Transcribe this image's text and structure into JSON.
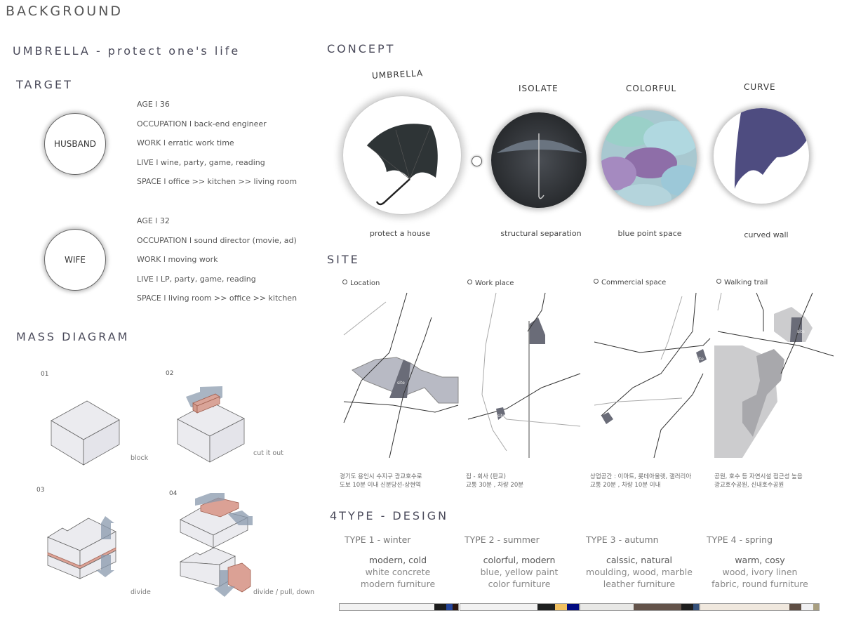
{
  "title": "BACKGROUND",
  "subtitle": "UMBRELLA - protect one's life",
  "target": {
    "heading": "TARGET",
    "people": [
      {
        "name": "HUSBAND",
        "lines": [
          "AGE  l  36",
          "OCCUPATION  l  back-end engineer",
          "WORK  l  erratic work time",
          "LIVE  l  wine, party, game, reading",
          "SPACE  l  office >> kitchen >> living room"
        ]
      },
      {
        "name": "WIFE",
        "lines": [
          "AGE  l  32",
          "OCCUPATION  l  sound director (movie, ad)",
          "WORK  l  moving work",
          "LIVE  l  LP, party, game, reading",
          "SPACE  l  living room >> office >> kitchen"
        ]
      }
    ]
  },
  "mass": {
    "heading": "MASS DIAGRAM",
    "steps": [
      {
        "num": "01",
        "label": "block"
      },
      {
        "num": "02",
        "label": "cut it out"
      },
      {
        "num": "03",
        "label": "divide"
      },
      {
        "num": "04",
        "label": "divide / pull, down"
      }
    ]
  },
  "concept": {
    "heading": "CONCEPT",
    "items": [
      {
        "title": "UMBRELLA",
        "caption": "protect a house"
      },
      {
        "title": "ISOLATE",
        "caption": "structural separation"
      },
      {
        "title": "COLORFUL",
        "caption": "blue point space"
      },
      {
        "title": "CURVE",
        "caption": "curved wall"
      }
    ]
  },
  "site": {
    "heading": "SITE",
    "site_mark": "site",
    "maps": [
      {
        "label": "Location",
        "note": [
          "경기도 용인시 수지구 광교호수로",
          "도보 10분 이내 신분당선-상현역"
        ]
      },
      {
        "label": "Work place",
        "note": [
          "집 - 회사 (판교)",
          "교통  30분 ,  차량 20분"
        ]
      },
      {
        "label": "Commercial space",
        "note": [
          "상업공간 : 이마트, 롯데아울렛, 갤러리아",
          "교통 20분 ,  차량 10분 이내"
        ]
      },
      {
        "label": "Walking trail",
        "note": [
          "공원, 호수 등 자연시설 접근성 높음",
          "광교호수공원, 신내호수공원"
        ]
      }
    ]
  },
  "design": {
    "heading": "4TYPE - DESIGN",
    "types": [
      {
        "name": "TYPE 1 - winter",
        "lines": [
          "modern, cold",
          "white concrete",
          "modern furniture"
        ],
        "palette": [
          "#f2f2f2",
          "#1c1c1c",
          "#24449a",
          "#2a1610"
        ]
      },
      {
        "name": "TYPE 2 - summer",
        "lines": [
          "colorful, modern",
          "blue, yellow paint",
          "color furniture"
        ],
        "palette": [
          "#f2f2f2",
          "#1e2020",
          "#f0c060",
          "#000a80"
        ]
      },
      {
        "name": "TYPE 3 - autumn",
        "lines": [
          "calssic, natural",
          "moulding, wood, marble",
          "leather furniture"
        ],
        "palette": [
          "#e8e8e6",
          "#63534a",
          "#1e1e1e",
          "#34507a"
        ]
      },
      {
        "name": "TYPE 4 - spring",
        "lines": [
          "warm, cosy",
          "wood, ivory linen",
          "fabric, round furniture"
        ],
        "palette": [
          "#f0e8de",
          "#5e4e44",
          "#f0f0f2",
          "#a89e80"
        ]
      }
    ]
  }
}
